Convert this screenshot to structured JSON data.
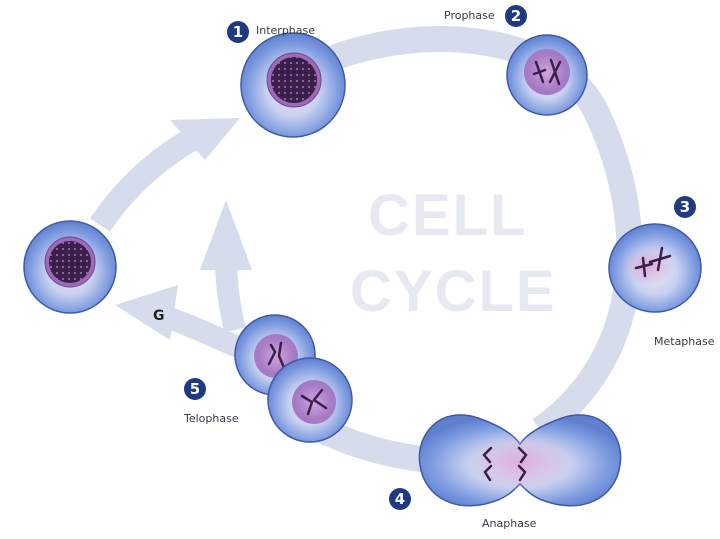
{
  "title": {
    "line1": "CELL",
    "line2": "CYCLE"
  },
  "phases": [
    {
      "number": "1",
      "name": "Interphase"
    },
    {
      "number": "2",
      "name": "Prophase"
    },
    {
      "number": "3",
      "name": "Metaphase"
    },
    {
      "number": "4",
      "name": "Anaphase"
    },
    {
      "number": "5",
      "name": "Telophase"
    }
  ],
  "exit_label": "G",
  "colors": {
    "arrow": "#d6dcec",
    "badge": "#1f3a80",
    "cell_outer": "#6d8fd8",
    "cell_edge": "#3e5aa8",
    "nucleus": "#b58ccc",
    "chromatin": "#3b1f4a",
    "title": "#e7e9f2"
  }
}
